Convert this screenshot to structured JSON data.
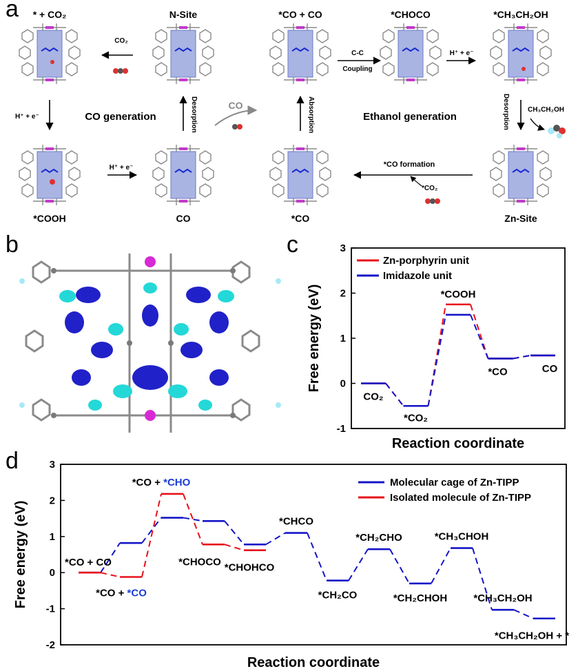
{
  "panel_letters": [
    "a",
    "b",
    "c",
    "d"
  ],
  "panel_a": {
    "top_labels": [
      "* + CO₂",
      "N-Site",
      "*CO + CO",
      "*CHOCO",
      "*CH₃CH₂OH"
    ],
    "bottom_labels": [
      "*COOH",
      "CO",
      "*CO",
      "Zn-Site"
    ],
    "mid_titles": [
      "CO generation",
      "Ethanol generation"
    ],
    "arrow_co2": "CO₂",
    "arrow_he_1": "H⁺ + e⁻",
    "arrow_he_2": "H⁺ + e⁻",
    "arrow_he_3": "H⁺ + e⁻",
    "arrow_cc": "C-C",
    "arrow_coupling": "Coupling",
    "arrow_desorption_1": "Desorption",
    "arrow_absorption": "Absorption",
    "arrow_desorption_2": "Desorption",
    "co_curve": "CO",
    "ethanol_out": "CH₃CH₂OH",
    "co_formation": "*CO formation",
    "co2_in": "*CO₂",
    "colors": {
      "cage_blue": "#8c9bd9",
      "zn_magenta": "#c23ac9",
      "oxygen": "#e03030",
      "carbon": "#555555"
    }
  },
  "chart_data": [
    {
      "type": "line",
      "panel": "c",
      "xlabel": "Reaction coordinate",
      "ylabel": "Free energy (eV)",
      "ylim": [
        -1,
        3
      ],
      "yticks": [
        -1,
        0,
        1,
        2,
        3
      ],
      "legend_position": "top-left",
      "states": [
        "CO₂",
        "*CO₂",
        "*COOH",
        "*CO",
        "CO"
      ],
      "series": [
        {
          "name": "Zn-porphyrin unit",
          "color": "#e8101a",
          "values": [
            0,
            -0.5,
            1.75,
            0.55,
            0.62
          ]
        },
        {
          "name": "Imidazole unit",
          "color": "#1515c8",
          "values": [
            0,
            -0.5,
            1.52,
            0.55,
            0.62
          ]
        }
      ]
    },
    {
      "type": "line",
      "panel": "d",
      "xlabel": "Reaction coordinate",
      "ylabel": "Free energy (eV)",
      "ylim": [
        -2,
        3
      ],
      "yticks": [
        -2,
        -1,
        0,
        1,
        2,
        3
      ],
      "legend_position": "top-right",
      "state_labels": [
        {
          "text": "*CO + CO",
          "slot": 0
        },
        {
          "prefix": "*CO + ",
          "highlight": "*CO",
          "slot": 1
        },
        {
          "prefix": "*CO + ",
          "highlight": "*CHO",
          "slot": 2
        },
        {
          "text": "*CHOCO",
          "slot": 3
        },
        {
          "text": "*CHOHCO",
          "slot": 4
        },
        {
          "text": "*CHCO",
          "slot": 5
        },
        {
          "text": "*CH₂CO",
          "slot": 6
        },
        {
          "text": "*CH₂CHO",
          "slot": 7
        },
        {
          "text": "*CH₂CHOH",
          "slot": 8
        },
        {
          "text": "*CH₃CHOH",
          "slot": 9
        },
        {
          "text": "*CH₃CH₂OH",
          "slot": 10
        },
        {
          "text": "*CH₃CH₂OH + *",
          "slot": 11
        }
      ],
      "highlight_color": "#1a3cd6",
      "series": [
        {
          "name": "Molecular cage of Zn-TIPP",
          "color": "#1515c8",
          "values": [
            0.0,
            0.82,
            1.52,
            1.43,
            0.78,
            1.1,
            -0.22,
            0.65,
            -0.3,
            0.68,
            -1.03,
            -1.27
          ]
        },
        {
          "name": "Isolated molecule of Zn-TIPP",
          "color": "#e8101a",
          "values": [
            0.0,
            -0.12,
            2.18,
            0.78,
            0.62
          ]
        }
      ]
    }
  ]
}
